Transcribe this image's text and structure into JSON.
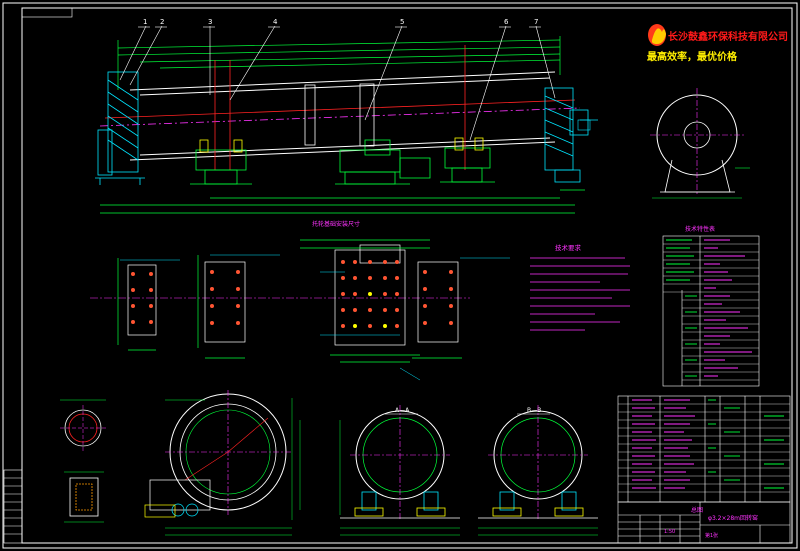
{
  "company": {
    "name": "长沙鼓鑫环保科技有限公司",
    "slogan": "最高效率，最优价格",
    "logo_icon": "flame-logo-icon"
  },
  "colors": {
    "background": "#000000",
    "border": "#ffffff",
    "green": "#00ff3a",
    "cyan": "#00e5ff",
    "magenta": "#ff33ff",
    "red": "#ff2222",
    "yellow": "#ffff00",
    "white": "#ffffff",
    "orange": "#ff9900",
    "title_red": "#ff1a1a",
    "title_yellow": "#ffee00"
  },
  "callouts": [
    "1",
    "2",
    "3",
    "4",
    "5",
    "6",
    "7"
  ],
  "sections": {
    "center_label": "托轮基础安装尺寸",
    "section_a": "A—A",
    "section_b": "B—B"
  },
  "tech_requirements": {
    "title": "技术要求"
  },
  "tech_table": {
    "title": "技术特性表"
  },
  "title_block": {
    "label": "总图",
    "drawing_name": "φ3.2×28m回转窑",
    "scale": "1:50",
    "sheet": "第1张"
  }
}
